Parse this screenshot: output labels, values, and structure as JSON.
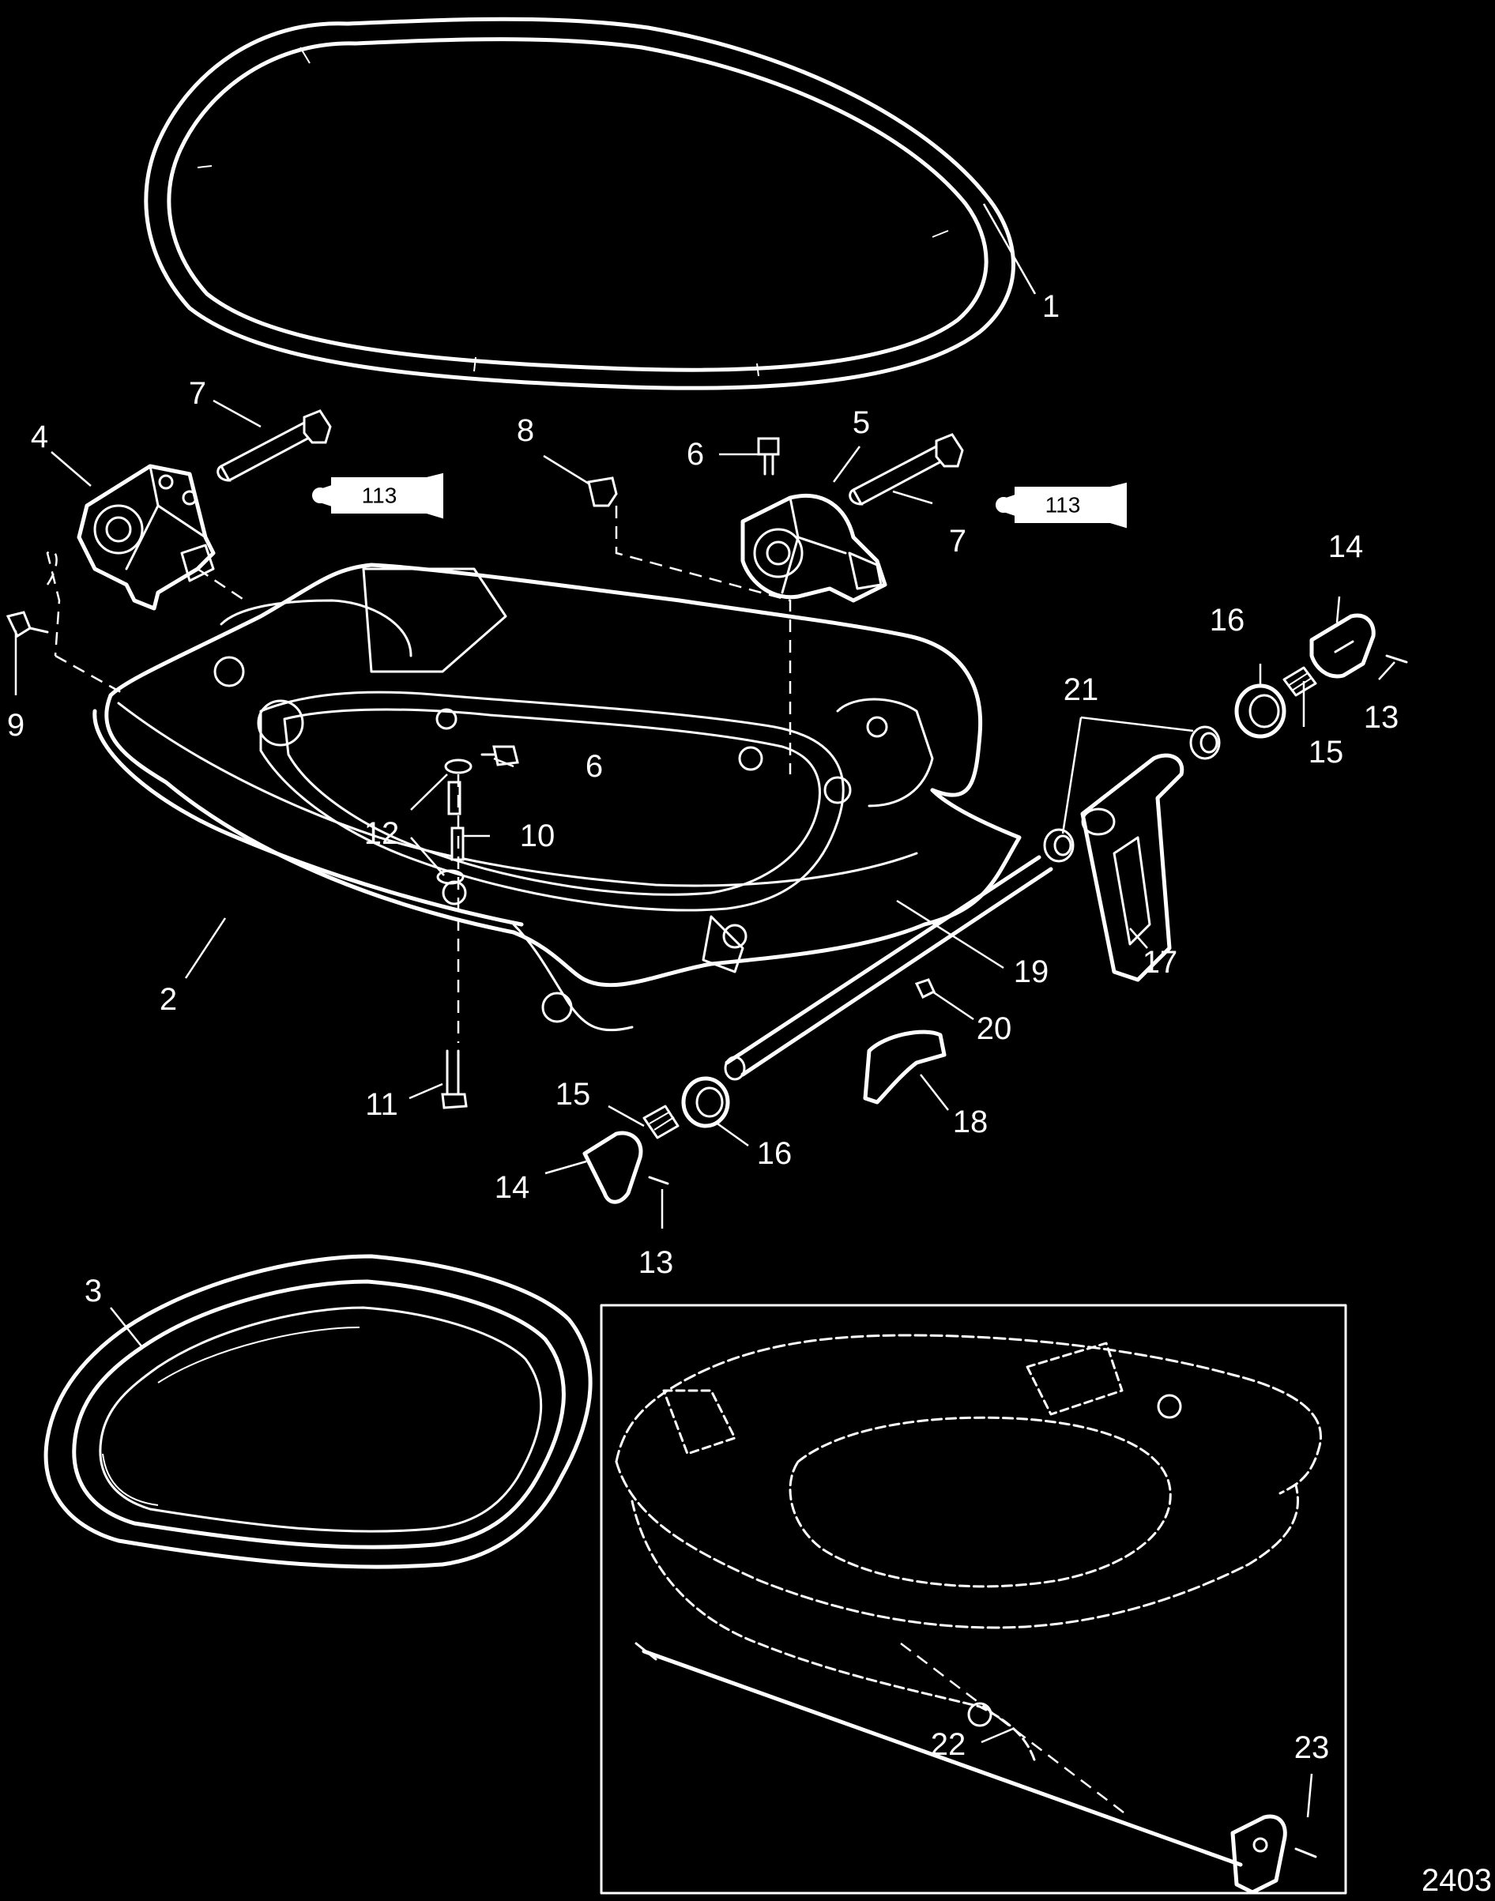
{
  "diagram": {
    "figure_number": "2403",
    "callouts": {
      "c1": "1",
      "c2": "2",
      "c3": "3",
      "c4": "4",
      "c5": "5",
      "c6a": "6",
      "c6b": "6",
      "c7a": "7",
      "c7b": "7",
      "c8": "8",
      "c9": "9",
      "c10": "10",
      "c11": "11",
      "c12": "12",
      "c13a": "13",
      "c13b": "13",
      "c14a": "14",
      "c14b": "14",
      "c15a": "15",
      "c15b": "15",
      "c16a": "16",
      "c16b": "16",
      "c17": "17",
      "c18": "18",
      "c19": "19",
      "c20": "20",
      "c21": "21",
      "c22": "22",
      "c23": "23"
    },
    "sealant_tubes": {
      "left_label": "113",
      "right_label": "113"
    }
  }
}
